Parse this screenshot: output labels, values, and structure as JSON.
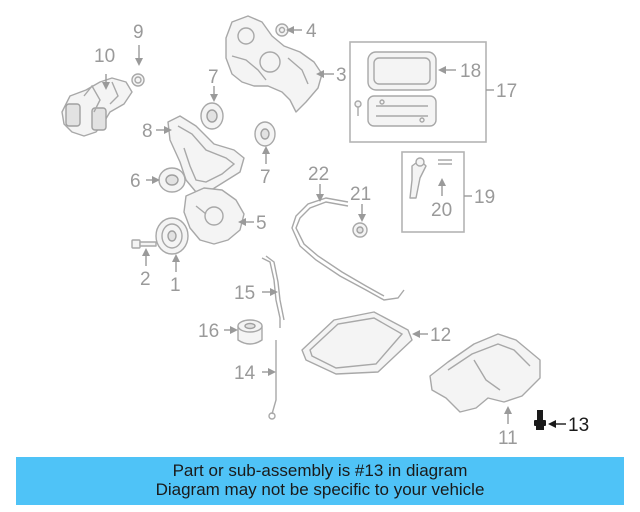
{
  "callouts": {
    "c1": "1",
    "c2": "2",
    "c3": "3",
    "c4": "4",
    "c5": "5",
    "c6": "6",
    "c7a": "7",
    "c7b": "7",
    "c8": "8",
    "c9": "9",
    "c10": "10",
    "c11": "11",
    "c12": "12",
    "c13": "13",
    "c14": "14",
    "c15": "15",
    "c16": "16",
    "c17": "17",
    "c18": "18",
    "c19": "19",
    "c20": "20",
    "c21": "21",
    "c22": "22"
  },
  "highlighted_part": "13",
  "colors": {
    "banner": "#4fc3f7",
    "highlight": "#1a1a1a",
    "callout": "#9a9a9a"
  },
  "banner": {
    "line1": "Part or sub-assembly is #13 in diagram",
    "line2": "Diagram may not be specific to your vehicle"
  }
}
